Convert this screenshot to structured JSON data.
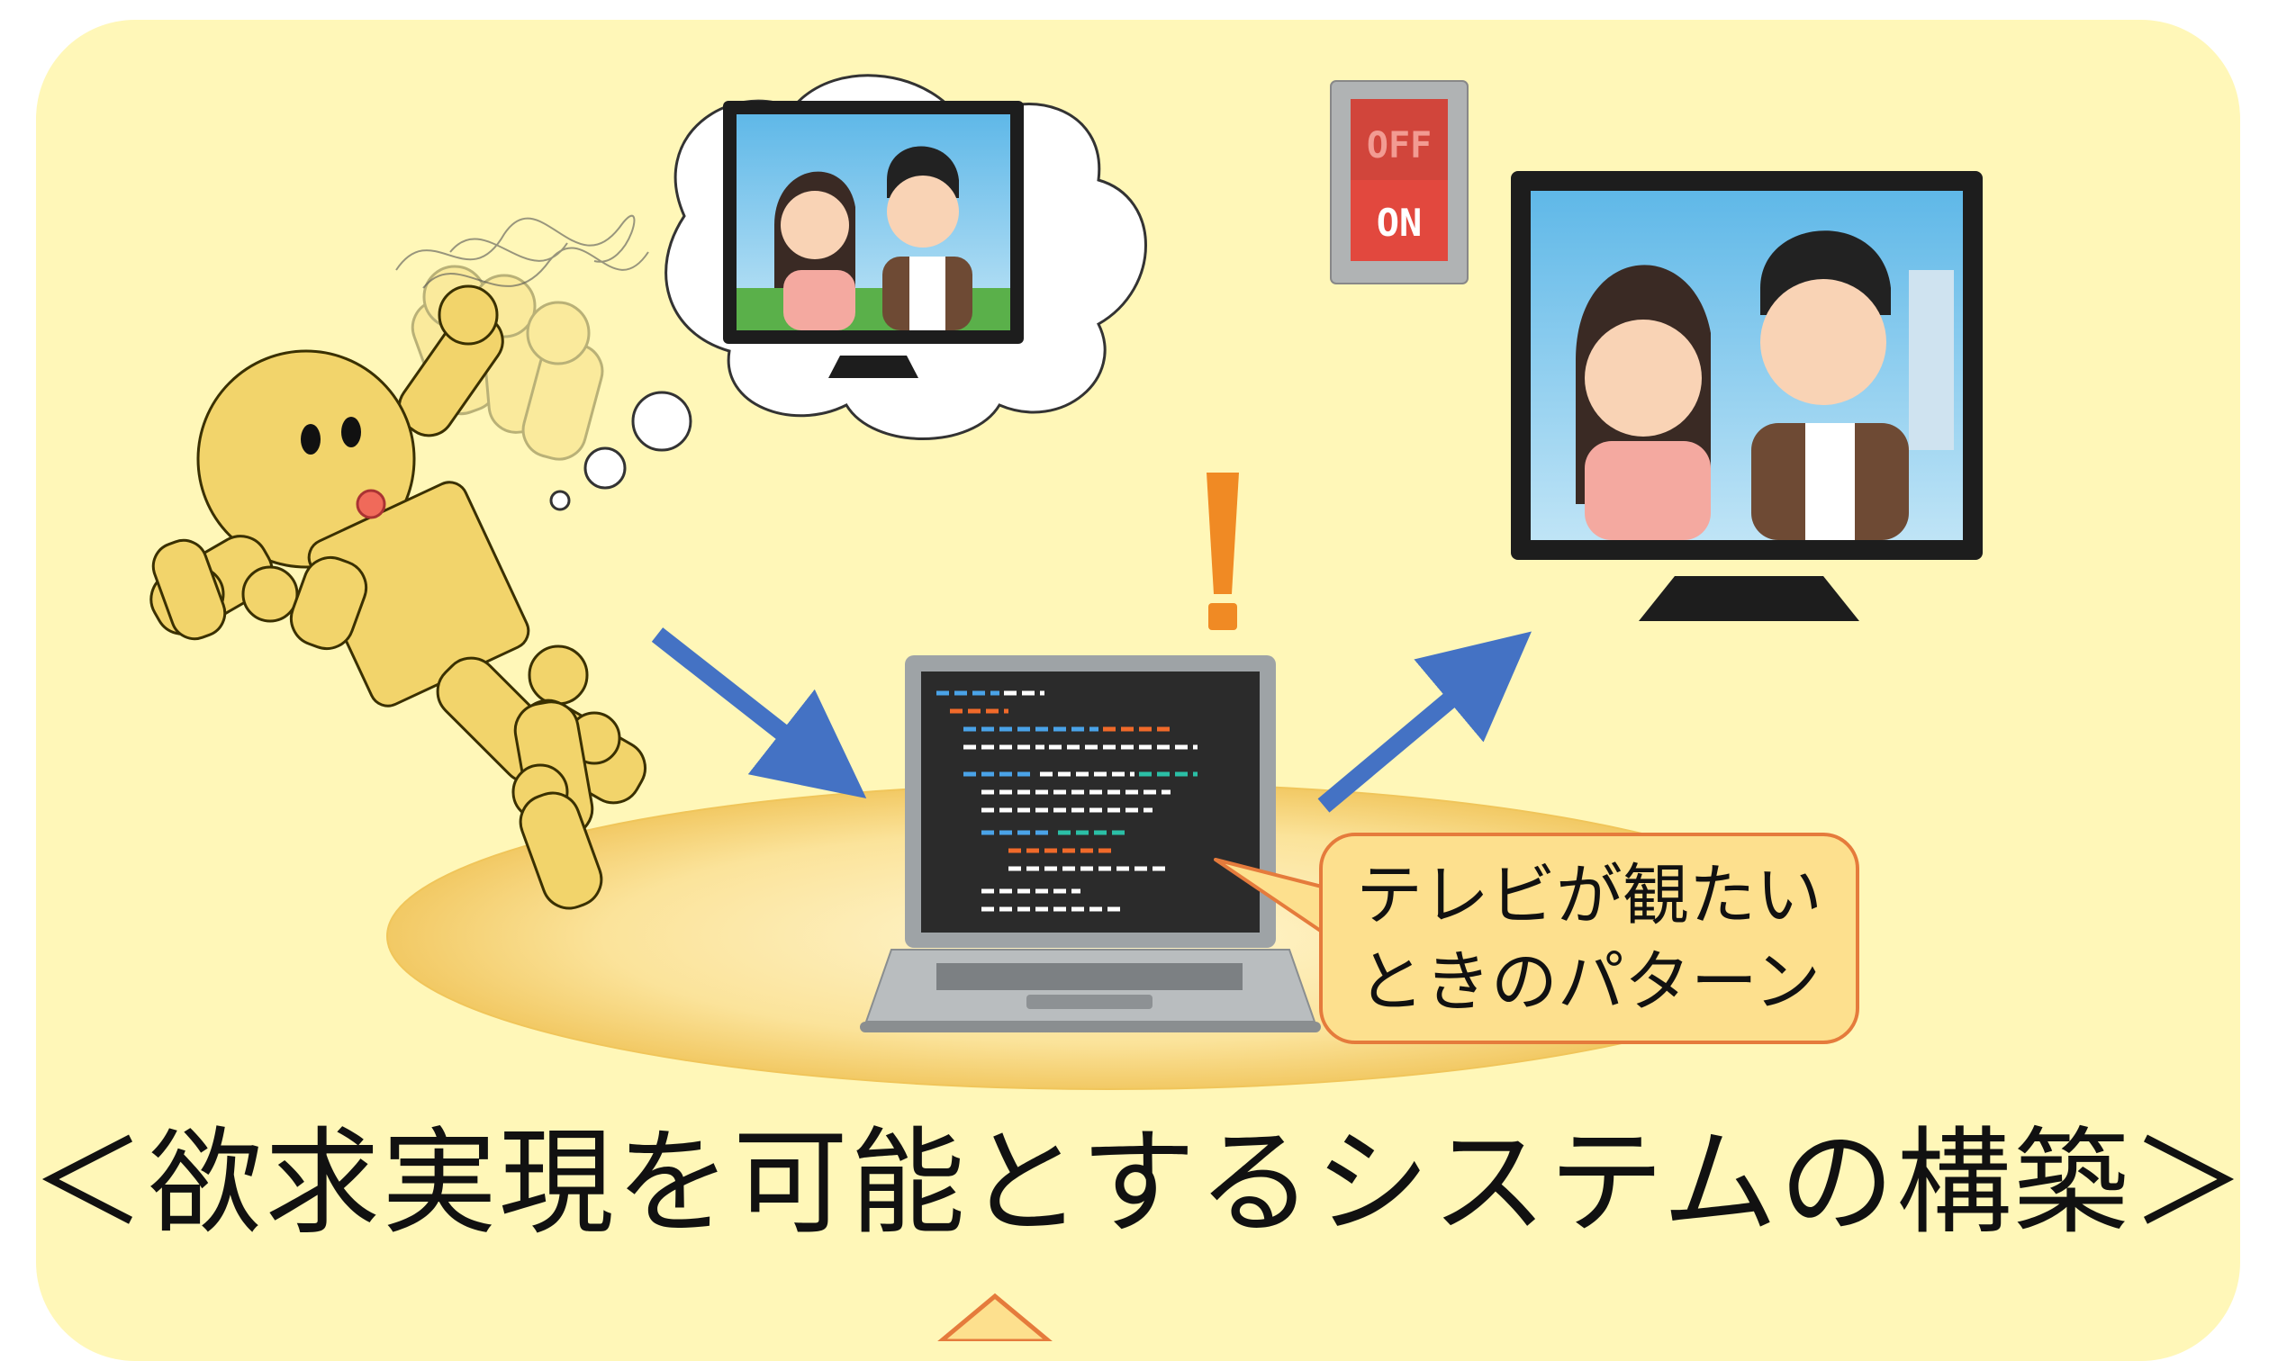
{
  "speech_bubble": {
    "line1": "テレビが観たい",
    "line2": "ときのパターン"
  },
  "switch": {
    "off_label": "OFF",
    "on_label": "ON"
  },
  "caption": "＜欲求実現を可能とするシステムの構築＞",
  "colors": {
    "panel": "#fff7b8",
    "arrow": "#4472c4",
    "exclamation": "#f08a24",
    "figure": "#f2d46b",
    "cheek": "#f06a5a",
    "bubble_fill": "#fde08e",
    "bubble_border": "#e57b3c"
  }
}
